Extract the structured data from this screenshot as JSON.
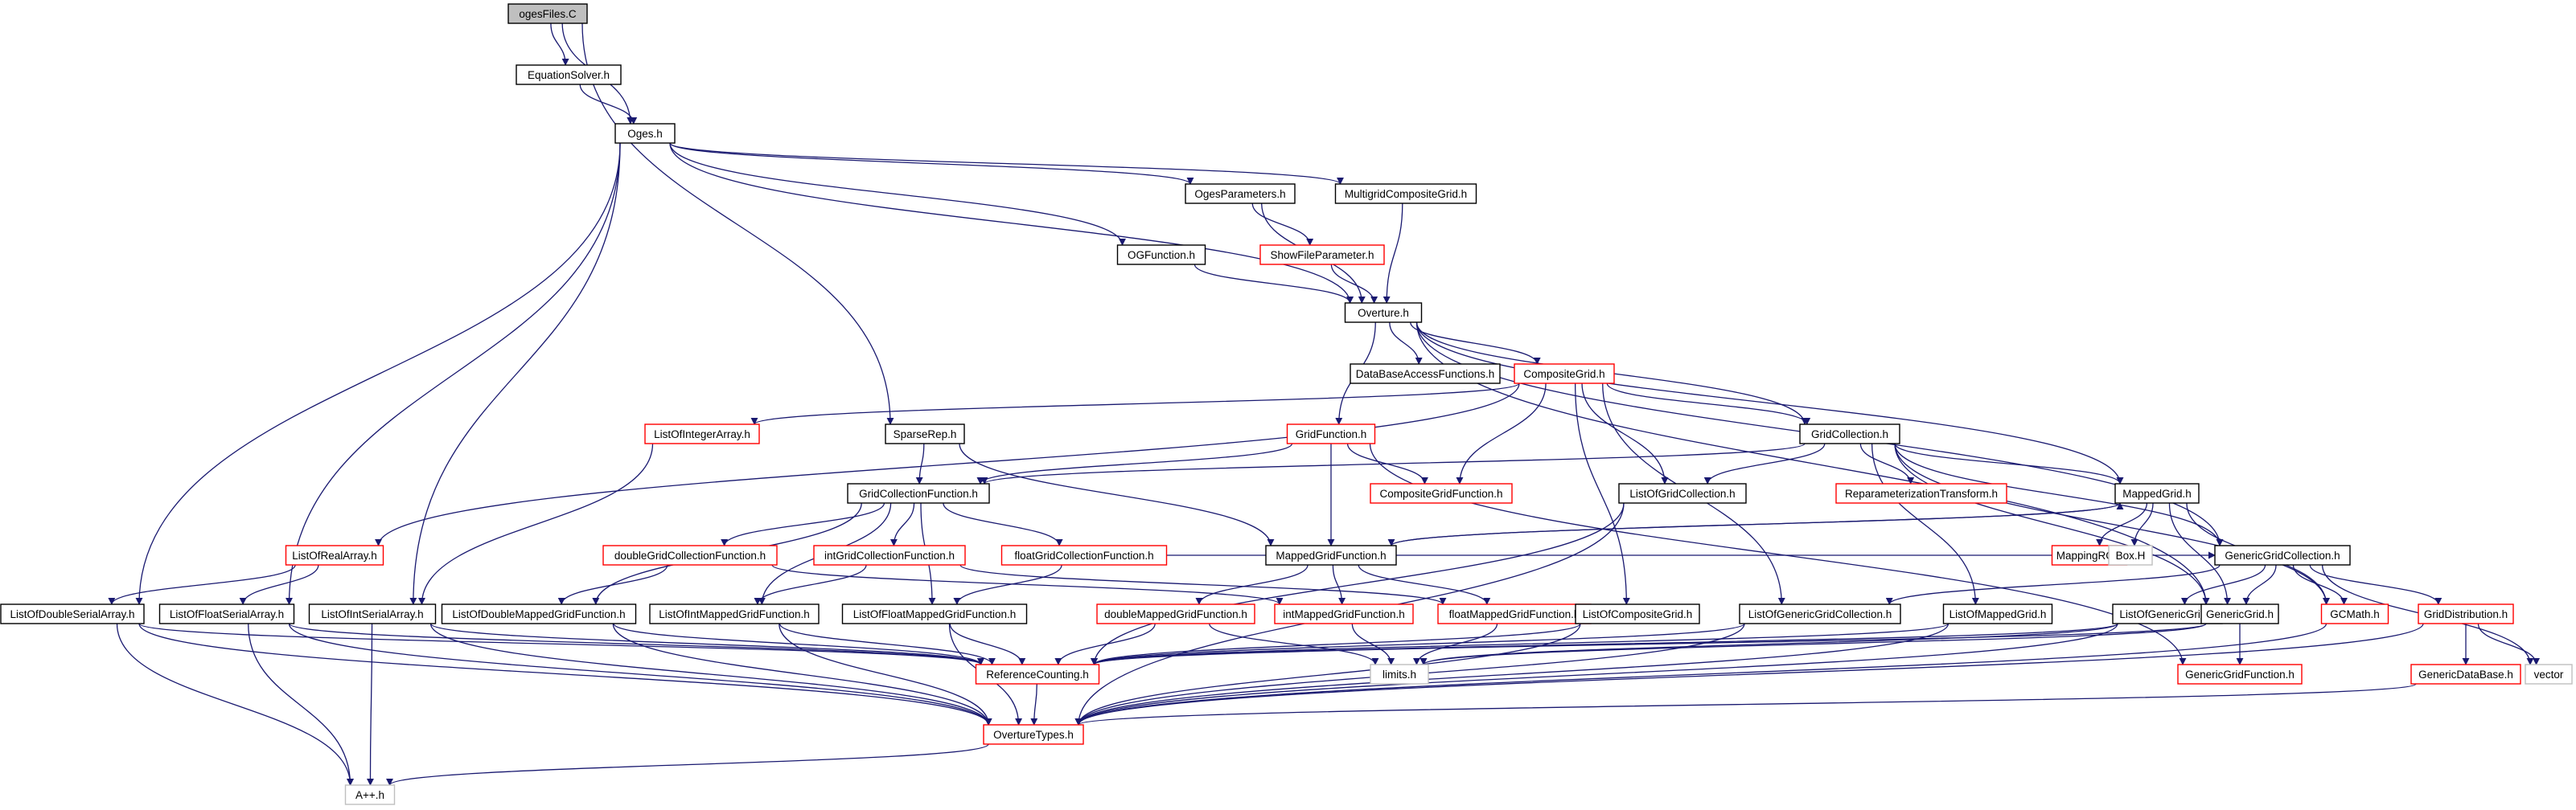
{
  "colors": {
    "edge": "#191970",
    "root_fill": "#bfbfbf",
    "normal_border": "#000000",
    "partial_border": "#ff0000",
    "external_border": "#bfbfbf",
    "fill": "#ffffff"
  },
  "diagram": {
    "nodes": [
      {
        "id": "ogesFiles",
        "label": "ogesFiles.C",
        "style": "root"
      },
      {
        "id": "EquationSolver",
        "label": "EquationSolver.h",
        "style": "normal"
      },
      {
        "id": "Oges",
        "label": "Oges.h",
        "style": "normal"
      },
      {
        "id": "OgesParameters",
        "label": "OgesParameters.h",
        "style": "normal"
      },
      {
        "id": "MultigridCompositeGrid",
        "label": "MultigridCompositeGrid.h",
        "style": "normal"
      },
      {
        "id": "OGFunction",
        "label": "OGFunction.h",
        "style": "normal"
      },
      {
        "id": "ShowFileParameter",
        "label": "ShowFileParameter.h",
        "style": "partial"
      },
      {
        "id": "Overture",
        "label": "Overture.h",
        "style": "normal"
      },
      {
        "id": "DataBaseAccessFunctions",
        "label": "DataBaseAccessFunctions.h",
        "style": "normal"
      },
      {
        "id": "CompositeGrid",
        "label": "CompositeGrid.h",
        "style": "partial"
      },
      {
        "id": "ListOfIntegerArray",
        "label": "ListOfIntegerArray.h",
        "style": "partial"
      },
      {
        "id": "SparseRep",
        "label": "SparseRep.h",
        "style": "normal"
      },
      {
        "id": "GridFunction",
        "label": "GridFunction.h",
        "style": "partial"
      },
      {
        "id": "GridCollection",
        "label": "GridCollection.h",
        "style": "normal"
      },
      {
        "id": "GridCollectionFunction",
        "label": "GridCollectionFunction.h",
        "style": "normal"
      },
      {
        "id": "CompositeGridFunction",
        "label": "CompositeGridFunction.h",
        "style": "partial"
      },
      {
        "id": "ListOfGridCollection",
        "label": "ListOfGridCollection.h",
        "style": "normal"
      },
      {
        "id": "ReparameterizationTransform",
        "label": "ReparameterizationTransform.h",
        "style": "partial"
      },
      {
        "id": "MappedGrid",
        "label": "MappedGrid.h",
        "style": "normal"
      },
      {
        "id": "ListOfRealArray",
        "label": "ListOfRealArray.h",
        "style": "partial"
      },
      {
        "id": "doubleGridCollectionFunction",
        "label": "doubleGridCollectionFunction.h",
        "style": "partial"
      },
      {
        "id": "intGridCollectionFunction",
        "label": "intGridCollectionFunction.h",
        "style": "partial"
      },
      {
        "id": "floatGridCollectionFunction",
        "label": "floatGridCollectionFunction.h",
        "style": "partial"
      },
      {
        "id": "MappedGridFunction",
        "label": "MappedGridFunction.h",
        "style": "normal"
      },
      {
        "id": "MappingRC",
        "label": "MappingRC.h",
        "style": "partial"
      },
      {
        "id": "BoxH",
        "label": "Box.H",
        "style": "external"
      },
      {
        "id": "GenericGridCollection",
        "label": "GenericGridCollection.h",
        "style": "normal"
      },
      {
        "id": "ListOfDoubleSerialArray",
        "label": "ListOfDoubleSerialArray.h",
        "style": "normal"
      },
      {
        "id": "ListOfFloatSerialArray",
        "label": "ListOfFloatSerialArray.h",
        "style": "normal"
      },
      {
        "id": "ListOfIntSerialArray",
        "label": "ListOfIntSerialArray.h",
        "style": "normal"
      },
      {
        "id": "ListOfDoubleMappedGridFunction",
        "label": "ListOfDoubleMappedGridFunction.h",
        "style": "normal"
      },
      {
        "id": "ListOfIntMappedGridFunction",
        "label": "ListOfIntMappedGridFunction.h",
        "style": "normal"
      },
      {
        "id": "ListOfFloatMappedGridFunction",
        "label": "ListOfFloatMappedGridFunction.h",
        "style": "normal"
      },
      {
        "id": "doubleMappedGridFunction",
        "label": "doubleMappedGridFunction.h",
        "style": "partial"
      },
      {
        "id": "intMappedGridFunction",
        "label": "intMappedGridFunction.h",
        "style": "partial"
      },
      {
        "id": "floatMappedGridFunction",
        "label": "floatMappedGridFunction.h",
        "style": "partial"
      },
      {
        "id": "ListOfCompositeGrid",
        "label": "ListOfCompositeGrid.h",
        "style": "normal"
      },
      {
        "id": "ListOfGenericGridCollection",
        "label": "ListOfGenericGridCollection.h",
        "style": "normal"
      },
      {
        "id": "ListOfMappedGrid",
        "label": "ListOfMappedGrid.h",
        "style": "normal"
      },
      {
        "id": "ListOfGenericGrid",
        "label": "ListOfGenericGrid.h",
        "style": "normal"
      },
      {
        "id": "GenericGrid",
        "label": "GenericGrid.h",
        "style": "normal"
      },
      {
        "id": "GCMath",
        "label": "GCMath.h",
        "style": "partial"
      },
      {
        "id": "GridDistribution",
        "label": "GridDistribution.h",
        "style": "partial"
      },
      {
        "id": "vector",
        "label": "vector",
        "style": "external"
      },
      {
        "id": "ReferenceCounting",
        "label": "ReferenceCounting.h",
        "style": "partial"
      },
      {
        "id": "limits",
        "label": "limits.h",
        "style": "external"
      },
      {
        "id": "GenericGridFunction",
        "label": "GenericGridFunction.h",
        "style": "partial"
      },
      {
        "id": "GenericDataBase",
        "label": "GenericDataBase.h",
        "style": "partial"
      },
      {
        "id": "OvertureTypes",
        "label": "OvertureTypes.h",
        "style": "partial"
      },
      {
        "id": "Appp",
        "label": "A++.h",
        "style": "external"
      }
    ],
    "edges": [
      [
        "ogesFiles",
        "EquationSolver"
      ],
      [
        "ogesFiles",
        "Oges"
      ],
      [
        "ogesFiles",
        "SparseRep"
      ],
      [
        "EquationSolver",
        "Oges"
      ],
      [
        "Oges",
        "OgesParameters"
      ],
      [
        "Oges",
        "MultigridCompositeGrid"
      ],
      [
        "Oges",
        "OGFunction"
      ],
      [
        "Oges",
        "Overture"
      ],
      [
        "Oges",
        "ListOfDoubleSerialArray"
      ],
      [
        "Oges",
        "ListOfFloatSerialArray"
      ],
      [
        "Oges",
        "ListOfIntSerialArray"
      ],
      [
        "OgesParameters",
        "ShowFileParameter"
      ],
      [
        "OgesParameters",
        "Overture"
      ],
      [
        "MultigridCompositeGrid",
        "Overture"
      ],
      [
        "OGFunction",
        "Overture"
      ],
      [
        "ShowFileParameter",
        "Overture"
      ],
      [
        "Overture",
        "DataBaseAccessFunctions"
      ],
      [
        "Overture",
        "CompositeGrid"
      ],
      [
        "Overture",
        "GridFunction"
      ],
      [
        "Overture",
        "GridCollection"
      ],
      [
        "Overture",
        "MappedGrid"
      ],
      [
        "Overture",
        "GenericGridCollection"
      ],
      [
        "Overture",
        "GenericGrid"
      ],
      [
        "CompositeGrid",
        "ListOfIntegerArray"
      ],
      [
        "CompositeGrid",
        "ListOfRealArray"
      ],
      [
        "CompositeGrid",
        "GridCollection"
      ],
      [
        "CompositeGrid",
        "CompositeGridFunction"
      ],
      [
        "CompositeGrid",
        "ListOfGridCollection"
      ],
      [
        "CompositeGrid",
        "ListOfCompositeGrid"
      ],
      [
        "CompositeGrid",
        "ListOfGenericGridCollection"
      ],
      [
        "ListOfIntegerArray",
        "ListOfIntSerialArray"
      ],
      [
        "ListOfRealArray",
        "ListOfDoubleSerialArray"
      ],
      [
        "ListOfRealArray",
        "ListOfFloatSerialArray"
      ],
      [
        "SparseRep",
        "GridCollectionFunction"
      ],
      [
        "SparseRep",
        "MappedGridFunction"
      ],
      [
        "GridFunction",
        "GridCollectionFunction"
      ],
      [
        "GridFunction",
        "CompositeGridFunction"
      ],
      [
        "GridFunction",
        "MappedGridFunction"
      ],
      [
        "GridFunction",
        "GenericGridFunction"
      ],
      [
        "GridCollection",
        "GridCollectionFunction"
      ],
      [
        "GridCollection",
        "ListOfGridCollection"
      ],
      [
        "GridCollection",
        "ReparameterizationTransform"
      ],
      [
        "GridCollection",
        "MappedGrid"
      ],
      [
        "GridCollection",
        "GenericGridCollection"
      ],
      [
        "GridCollection",
        "GCMath"
      ],
      [
        "GridCollection",
        "ListOfMappedGrid"
      ],
      [
        "GridCollection",
        "GenericGrid"
      ],
      [
        "GridCollectionFunction",
        "doubleGridCollectionFunction"
      ],
      [
        "GridCollectionFunction",
        "intGridCollectionFunction"
      ],
      [
        "GridCollectionFunction",
        "floatGridCollectionFunction"
      ],
      [
        "GridCollectionFunction",
        "ListOfDoubleMappedGridFunction"
      ],
      [
        "GridCollectionFunction",
        "ListOfIntMappedGridFunction"
      ],
      [
        "GridCollectionFunction",
        "ListOfFloatMappedGridFunction"
      ],
      [
        "ListOfGridCollection",
        "ReferenceCounting"
      ],
      [
        "ListOfGridCollection",
        "OvertureTypes"
      ],
      [
        "MappedGrid",
        "MappedGridFunction"
      ],
      [
        "MappedGrid",
        "MappingRC"
      ],
      [
        "MappedGrid",
        "BoxH"
      ],
      [
        "MappedGrid",
        "GCMath"
      ],
      [
        "MappedGrid",
        "GenericGrid"
      ],
      [
        "MappedGridFunction",
        "MappedGrid"
      ],
      [
        "MappedGridFunction",
        "doubleMappedGridFunction"
      ],
      [
        "MappedGridFunction",
        "intMappedGridFunction"
      ],
      [
        "MappedGridFunction",
        "floatMappedGridFunction"
      ],
      [
        "doubleGridCollectionFunction",
        "ListOfDoubleMappedGridFunction"
      ],
      [
        "doubleGridCollectionFunction",
        "intMappedGridFunction"
      ],
      [
        "intGridCollectionFunction",
        "ListOfIntMappedGridFunction"
      ],
      [
        "intGridCollectionFunction",
        "floatMappedGridFunction"
      ],
      [
        "floatGridCollectionFunction",
        "ListOfFloatMappedGridFunction"
      ],
      [
        "floatGridCollectionFunction",
        "GenericGridCollection"
      ],
      [
        "GenericGridCollection",
        "ListOfGenericGridCollection"
      ],
      [
        "GenericGridCollection",
        "ListOfGenericGrid"
      ],
      [
        "GenericGridCollection",
        "GenericGrid"
      ],
      [
        "GenericGridCollection",
        "GCMath"
      ],
      [
        "GenericGridCollection",
        "GridDistribution"
      ],
      [
        "GenericGridCollection",
        "vector"
      ],
      [
        "ListOfDoubleSerialArray",
        "ReferenceCounting"
      ],
      [
        "ListOfDoubleSerialArray",
        "OvertureTypes"
      ],
      [
        "ListOfDoubleSerialArray",
        "Appp"
      ],
      [
        "ListOfFloatSerialArray",
        "ReferenceCounting"
      ],
      [
        "ListOfFloatSerialArray",
        "OvertureTypes"
      ],
      [
        "ListOfFloatSerialArray",
        "Appp"
      ],
      [
        "ListOfIntSerialArray",
        "ReferenceCounting"
      ],
      [
        "ListOfIntSerialArray",
        "OvertureTypes"
      ],
      [
        "ListOfIntSerialArray",
        "Appp"
      ],
      [
        "ListOfDoubleMappedGridFunction",
        "ReferenceCounting"
      ],
      [
        "ListOfDoubleMappedGridFunction",
        "OvertureTypes"
      ],
      [
        "ListOfIntMappedGridFunction",
        "ReferenceCounting"
      ],
      [
        "ListOfIntMappedGridFunction",
        "OvertureTypes"
      ],
      [
        "ListOfFloatMappedGridFunction",
        "ReferenceCounting"
      ],
      [
        "ListOfFloatMappedGridFunction",
        "OvertureTypes"
      ],
      [
        "doubleMappedGridFunction",
        "ReferenceCounting"
      ],
      [
        "doubleMappedGridFunction",
        "limits"
      ],
      [
        "intMappedGridFunction",
        "limits"
      ],
      [
        "floatMappedGridFunction",
        "limits"
      ],
      [
        "ListOfCompositeGrid",
        "ReferenceCounting"
      ],
      [
        "ListOfCompositeGrid",
        "OvertureTypes"
      ],
      [
        "ListOfGenericGridCollection",
        "ReferenceCounting"
      ],
      [
        "ListOfGenericGridCollection",
        "OvertureTypes"
      ],
      [
        "ListOfMappedGrid",
        "ReferenceCounting"
      ],
      [
        "ListOfMappedGrid",
        "OvertureTypes"
      ],
      [
        "ListOfGenericGrid",
        "ReferenceCounting"
      ],
      [
        "ListOfGenericGrid",
        "OvertureTypes"
      ],
      [
        "ListOfGenericGrid",
        "limits"
      ],
      [
        "GenericGrid",
        "ReferenceCounting"
      ],
      [
        "GenericGrid",
        "GenericGridFunction"
      ],
      [
        "GenericGrid",
        "limits"
      ],
      [
        "GCMath",
        "OvertureTypes"
      ],
      [
        "GridDistribution",
        "GenericDataBase"
      ],
      [
        "GridDistribution",
        "OvertureTypes"
      ],
      [
        "GridDistribution",
        "vector"
      ],
      [
        "GenericDataBase",
        "OvertureTypes"
      ],
      [
        "ReferenceCounting",
        "OvertureTypes"
      ],
      [
        "OvertureTypes",
        "Appp"
      ]
    ]
  }
}
